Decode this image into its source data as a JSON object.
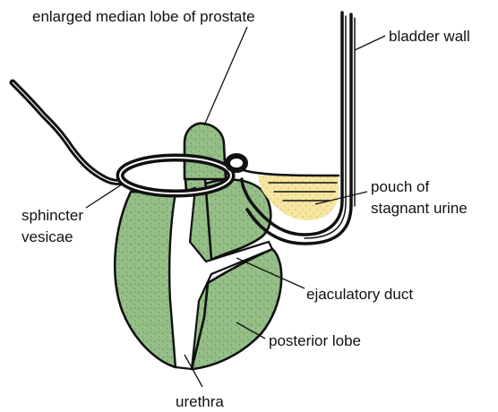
{
  "colors": {
    "prostate": "#95bf87",
    "urine": "#f7e6a1",
    "ink": "#111111",
    "background": "#ffffff"
  },
  "labels": {
    "median_lobe": "enlarged median lobe of prostate",
    "bladder_wall": "bladder wall",
    "pouch_line1": "pouch of",
    "pouch_line2": "stagnant urine",
    "sphincter_line1": "sphincter",
    "sphincter_line2": "vesicae",
    "ejaculatory_duct": "ejaculatory duct",
    "posterior_lobe": "posterior lobe",
    "urethra": "urethra"
  }
}
